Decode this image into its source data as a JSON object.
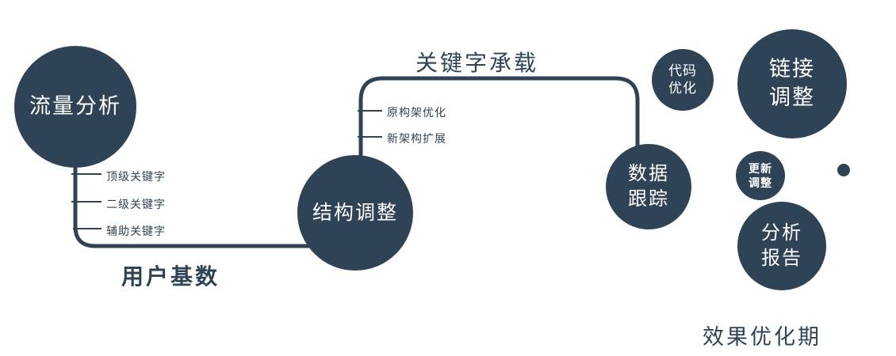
{
  "diagram": {
    "colors": {
      "primary": "#2E4456",
      "background": "#FFFFFF",
      "node_text": "#FFFFFF"
    },
    "nodes": {
      "traffic": {
        "label": "流量分析"
      },
      "structure": {
        "label": "结构调整"
      },
      "tracking": {
        "label": "数据\n跟踪"
      },
      "code": {
        "label": "代码\n优化"
      },
      "link": {
        "label": "链接\n调整"
      },
      "update": {
        "label": "更新\n调整"
      },
      "report": {
        "label": "分析\n报告"
      }
    },
    "edge_labels": {
      "keyword_carry": "关键字承载",
      "user_base": "用户基数"
    },
    "phase_label": "效果优化期",
    "traffic_ticks": [
      "顶级关键字",
      "二级关键字",
      "辅助关键字"
    ],
    "structure_ticks": [
      "原构架优化",
      "新架构扩展"
    ]
  }
}
